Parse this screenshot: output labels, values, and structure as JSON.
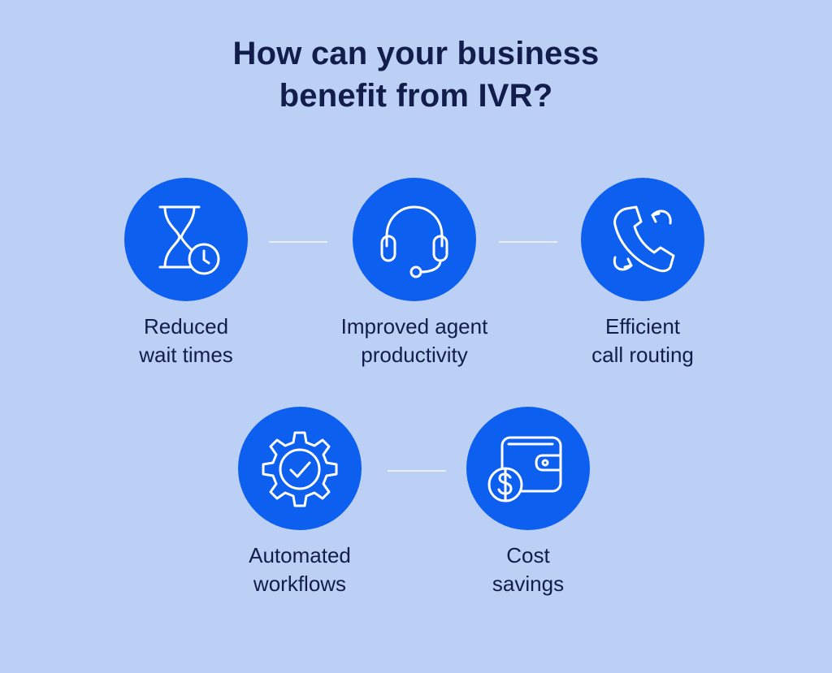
{
  "title": {
    "line1": "How can your business",
    "line2": "benefit from IVR?"
  },
  "colors": {
    "background": "#bccff4",
    "circle": "#0d5ff0",
    "text": "#121d4b",
    "icon_stroke": "#ffffff",
    "connector": "#e8eefc"
  },
  "benefits": [
    {
      "icon": "hourglass-clock-icon",
      "line1": "Reduced",
      "line2": "wait times"
    },
    {
      "icon": "headset-icon",
      "line1": "Improved agent",
      "line2": "productivity"
    },
    {
      "icon": "phone-routing-icon",
      "line1": "Efficient",
      "line2": "call routing"
    },
    {
      "icon": "gear-check-icon",
      "line1": "Automated",
      "line2": "workflows"
    },
    {
      "icon": "wallet-dollar-icon",
      "line1": "Cost",
      "line2": "savings"
    }
  ]
}
